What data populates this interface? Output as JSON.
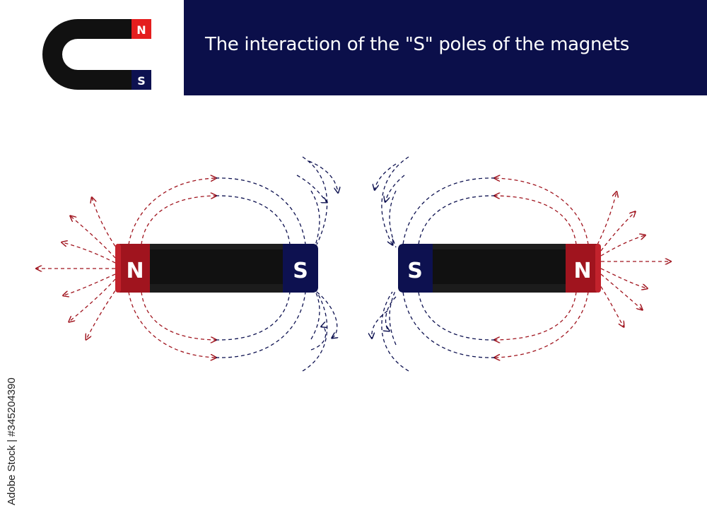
{
  "title": "The interaction of the \"S\" poles of the magnets",
  "logo": {
    "north_label": "N",
    "south_label": "S"
  },
  "magnets": [
    {
      "left_pole": "N",
      "right_pole": "S"
    },
    {
      "left_pole": "S",
      "right_pole": "N"
    }
  ],
  "stock_id": "Adobe Stock | #345204390",
  "colors": {
    "north": "#a0141e",
    "south": "#0d1150",
    "magnet_body": "#111111",
    "header_bg": "#0b0f4a",
    "logo_north": "#e41e1e"
  }
}
